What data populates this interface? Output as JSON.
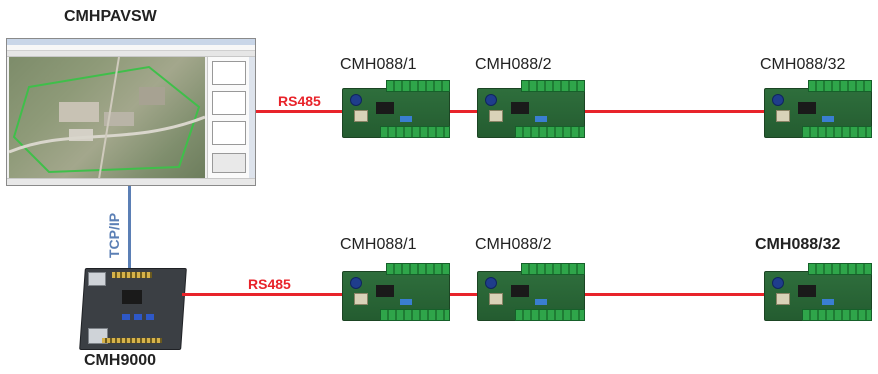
{
  "top": {
    "software_label": "CMHPAVSW",
    "bus_label": "RS485",
    "boards": [
      {
        "label": "CMH088/1",
        "bold": false
      },
      {
        "label": "CMH088/2",
        "bold": false
      },
      {
        "label": "CMH088/32",
        "bold": false
      }
    ]
  },
  "link": {
    "label": "TCP/IP"
  },
  "bottom": {
    "controller_label": "CMH9000",
    "bus_label": "RS485",
    "boards": [
      {
        "label": "CMH088/1",
        "bold": false
      },
      {
        "label": "CMH088/2",
        "bold": false
      },
      {
        "label": "CMH088/32",
        "bold": true
      }
    ]
  },
  "colors": {
    "rs485_line": "#e8232a",
    "tcpip_line": "#5b7fb5"
  }
}
